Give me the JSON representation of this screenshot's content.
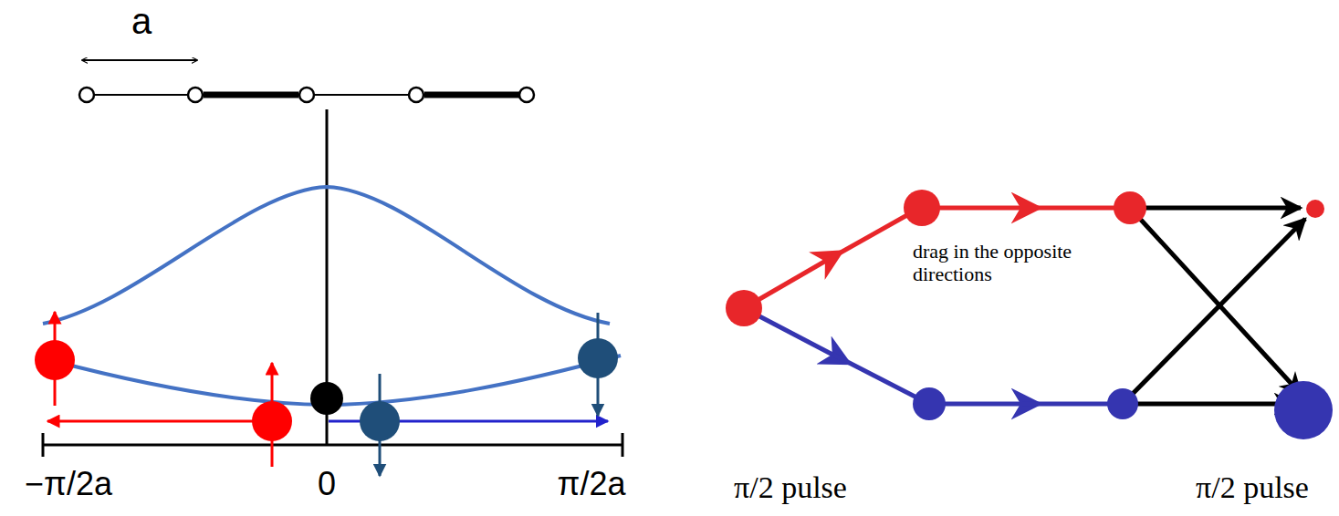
{
  "diagram": {
    "labels": [
      "a",
      "−π/2a",
      "0",
      "π/2a",
      "drag in the opposite directions",
      "π/2 pulse",
      "π/2 pulse"
    ]
  }
}
